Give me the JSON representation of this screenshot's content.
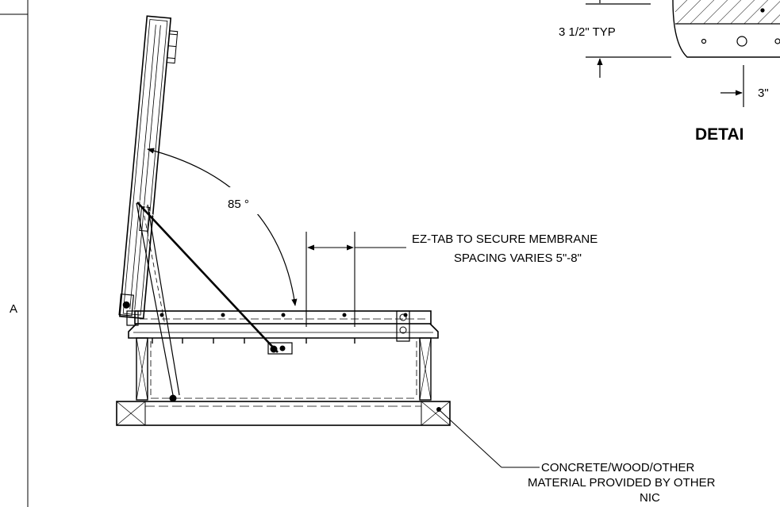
{
  "zone_label": "A",
  "dimension_typ": "3 1/2\" TYP",
  "dimension_3in": "3\"",
  "detail_title": "DETAI",
  "angle_label": "85 °",
  "ez_tab": {
    "line1": "EZ-TAB TO SECURE MEMBRANE",
    "line2": "SPACING VARIES 5\"-8\""
  },
  "material_note": {
    "line1": "CONCRETE/WOOD/OTHER",
    "line2": "MATERIAL PROVIDED BY OTHER",
    "line3": "NIC"
  },
  "colors": {
    "line": "#000000",
    "background": "#ffffff"
  }
}
